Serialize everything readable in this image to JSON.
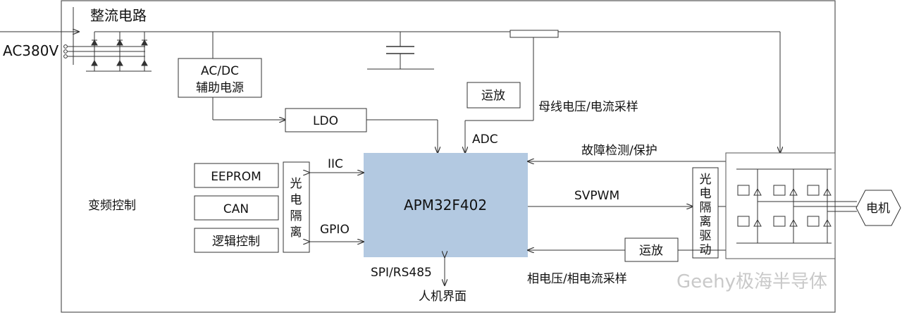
{
  "input": {
    "label": "AC380V"
  },
  "rectifier": {
    "label": "整流电路"
  },
  "acdc": {
    "line1": "AC/DC",
    "line2": "辅助电源"
  },
  "ldo": {
    "label": "LDO"
  },
  "opamp_top": {
    "label": "运放"
  },
  "bus_sample": {
    "label": "母线电压/电流采样"
  },
  "adc": {
    "label": "ADC"
  },
  "fault": {
    "label": "故障检测/保护"
  },
  "mcu": {
    "label": "APM32F402"
  },
  "svpwm": {
    "label": "SVPWM"
  },
  "iic": {
    "label": "IIC"
  },
  "gpio": {
    "label": "GPIO"
  },
  "peripherals": [
    {
      "label": "EEPROM"
    },
    {
      "label": "CAN"
    },
    {
      "label": "逻辑控制"
    }
  ],
  "isolator_left": {
    "chars": [
      "光",
      "电",
      "隔",
      "离"
    ]
  },
  "isolator_right": {
    "chars": [
      "光",
      "电",
      "隔",
      "离",
      "驱",
      "动"
    ]
  },
  "control_section": {
    "label": "变频控制"
  },
  "interface": {
    "bus": "SPI/RS485",
    "hmi": "人机界面"
  },
  "opamp_bottom": {
    "label": "运放"
  },
  "phase_sample": {
    "label": "相电压/相电流采样"
  },
  "motor": {
    "label": "电机"
  },
  "watermark": {
    "label": "Geehy极海半导体"
  },
  "colors": {
    "mcu_fill": "#b3c9e1",
    "line": "#444444",
    "watermark": "#c9c9c9"
  }
}
